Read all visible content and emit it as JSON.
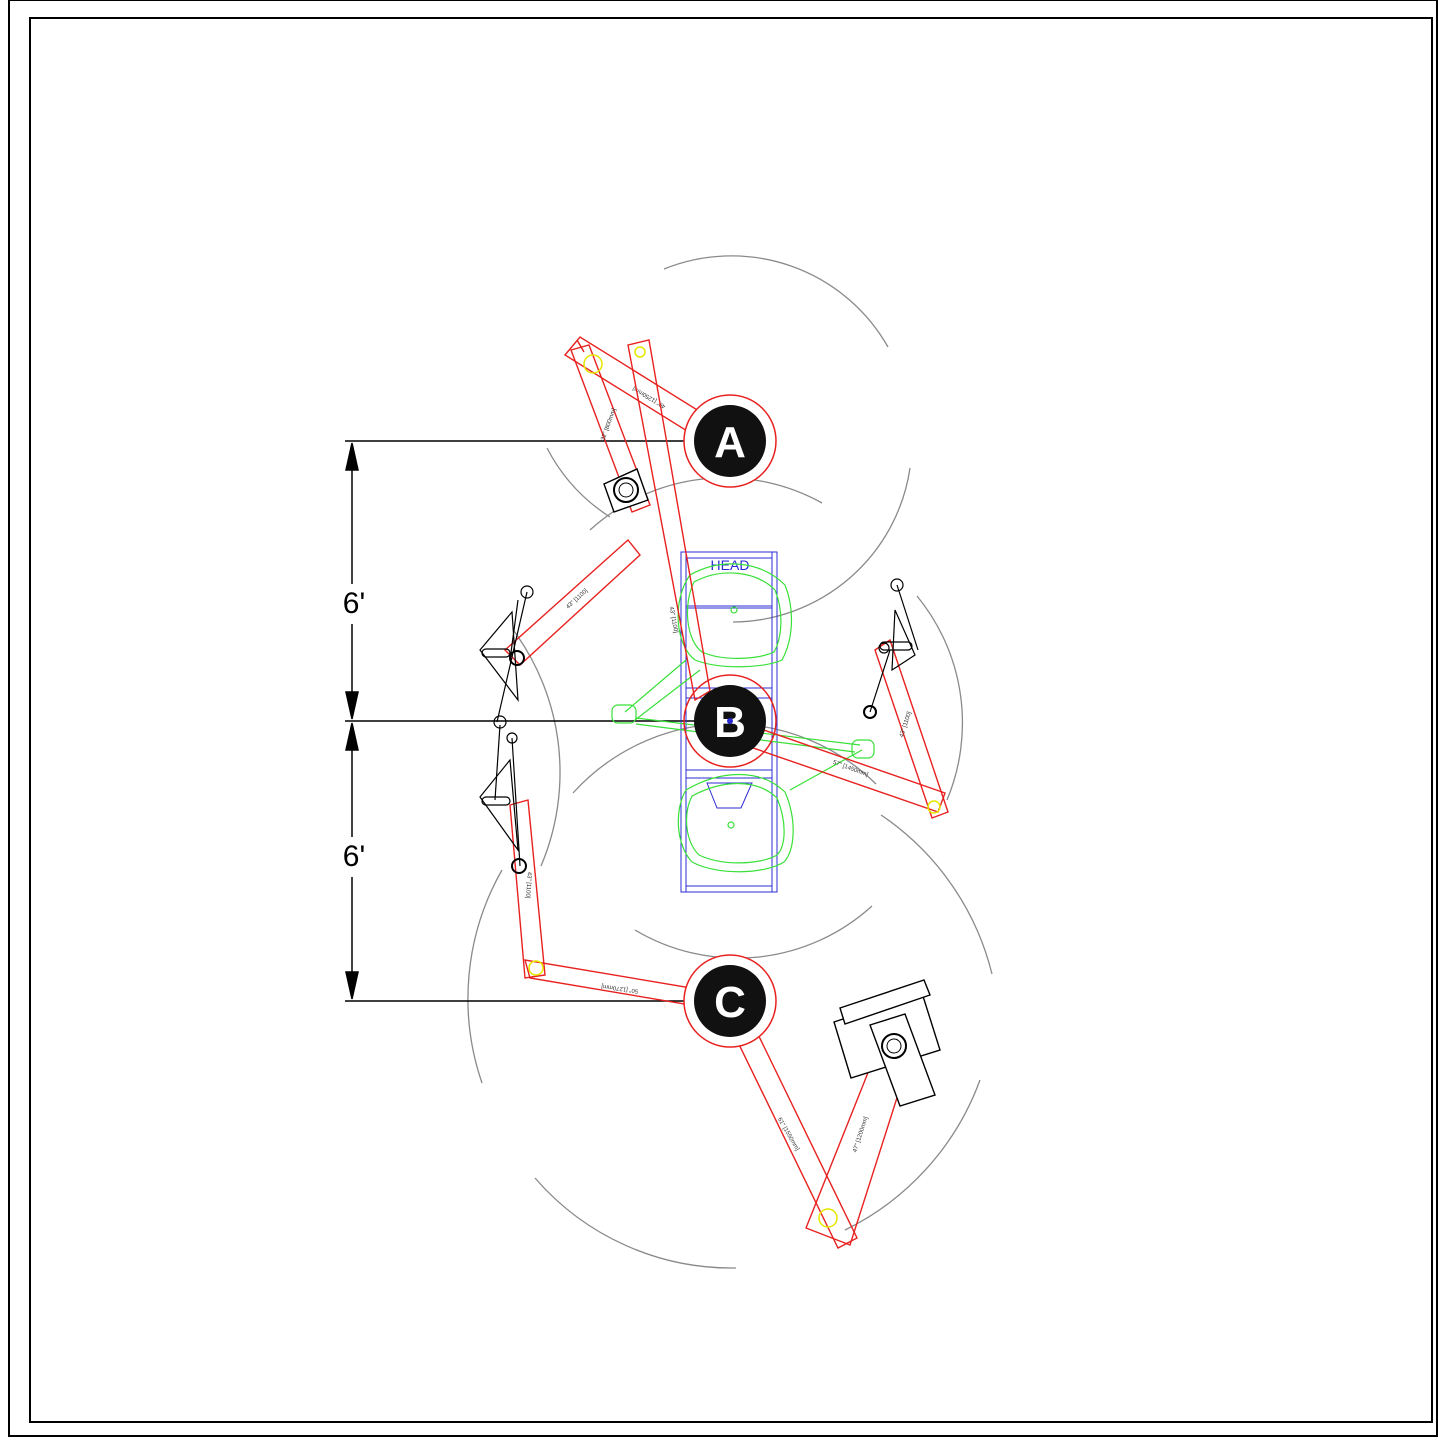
{
  "drawing": {
    "nodes": [
      {
        "label": "A"
      },
      {
        "label": "B"
      },
      {
        "label": "C"
      }
    ],
    "dimensions": [
      {
        "label": "6'"
      },
      {
        "label": "6'"
      }
    ],
    "table_label": "HEAD",
    "arm_labels": {
      "a_long": "49\" [1250mm]",
      "a_short": "32\" [800mm]",
      "b_left": "43\" [1100]",
      "b_upper": "43\" [1100]",
      "b_right_long": "57\" [1450mm]",
      "b_right_short": "43\" [1100]",
      "c_left_long": "50\" [1270mm]",
      "c_left_short": "43\" [1100]",
      "c_lower_long": "61\" [1550mm]",
      "c_lower_short": "47\" [1200mm]"
    },
    "colors": {
      "arm": "#e8211f",
      "node_fill": "#111111",
      "node_ring": "#e8211f",
      "sweep": "#8a8a8a",
      "table": "#2b2bd6",
      "patient": "#39e039",
      "joint": "#e6e600",
      "frame": "#000000"
    }
  }
}
